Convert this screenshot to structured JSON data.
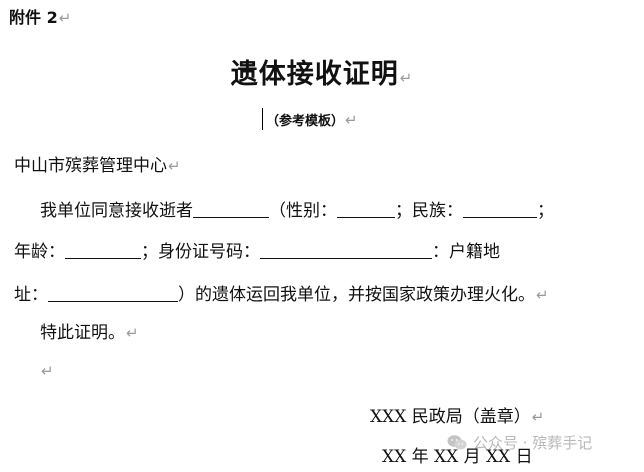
{
  "header": {
    "attachment_label": "附件 2"
  },
  "document": {
    "title": "遗体接收证明",
    "subtitle": "（参考模板）",
    "addressee": "中山市殡葬管理中心",
    "para1_text": "我单位同意接收逝者",
    "para1_gender_label": "（性别：",
    "para1_ethnicity_label": "；民族：",
    "para1_end": "；",
    "para2_age_label": "年龄：",
    "para2_id_label": "；身份证号码：",
    "para2_hukou_label": "：户籍地",
    "para3_address_label": "址：",
    "para3_text": "）的遗体运回我单位，并按国家政策办理火化。",
    "para4_text": "特此证明。",
    "signature_org": "XXX 民政局（盖章）",
    "signature_date": "XX 年 XX 月 XX 日"
  },
  "marks": {
    "paragraph_mark": "↵"
  },
  "watermark": {
    "text": "公众号 · 殡葬手记",
    "icon": "wechat-icon"
  },
  "colors": {
    "text": "#111111",
    "paragraph_mark": "#9a9a9a",
    "watermark": "#b9b9b9"
  }
}
